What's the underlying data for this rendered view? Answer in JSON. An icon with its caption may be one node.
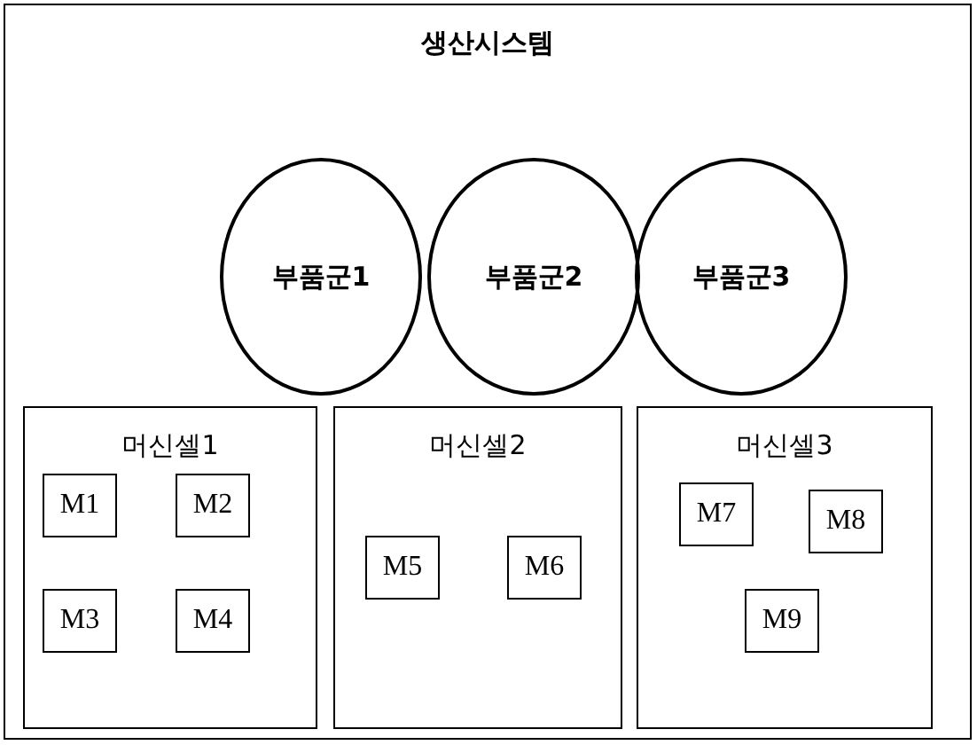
{
  "diagram": {
    "nodes": [
      {
        "text": [
          "생산시스템"
        ]
      },
      {
        "text": [
          "부품군1"
        ],
        "in": 0
      },
      {
        "text": [
          "부품군2"
        ],
        "in": 0
      },
      {
        "text": [
          "부품군3"
        ],
        "in": 0
      },
      {
        "text": [
          "머신셀1"
        ],
        "in": 0
      },
      {
        "text": [
          "M1"
        ],
        "in": 4
      },
      {
        "text": [
          "M2"
        ],
        "in": 4
      },
      {
        "text": [
          "M3"
        ],
        "in": 4
      },
      {
        "text": [
          "M4"
        ],
        "in": 4
      },
      {
        "text": [
          "머신셀2"
        ],
        "in": 0
      },
      {
        "text": [
          "M5"
        ],
        "in": 9
      },
      {
        "text": [
          "M6"
        ],
        "in": 9
      },
      {
        "text": [
          "머신셀3"
        ],
        "in": 0
      },
      {
        "text": [
          "M7"
        ],
        "in": 12
      },
      {
        "text": [
          "M8"
        ],
        "in": 12
      },
      {
        "text": [
          "M9"
        ],
        "in": 12
      }
    ]
  }
}
